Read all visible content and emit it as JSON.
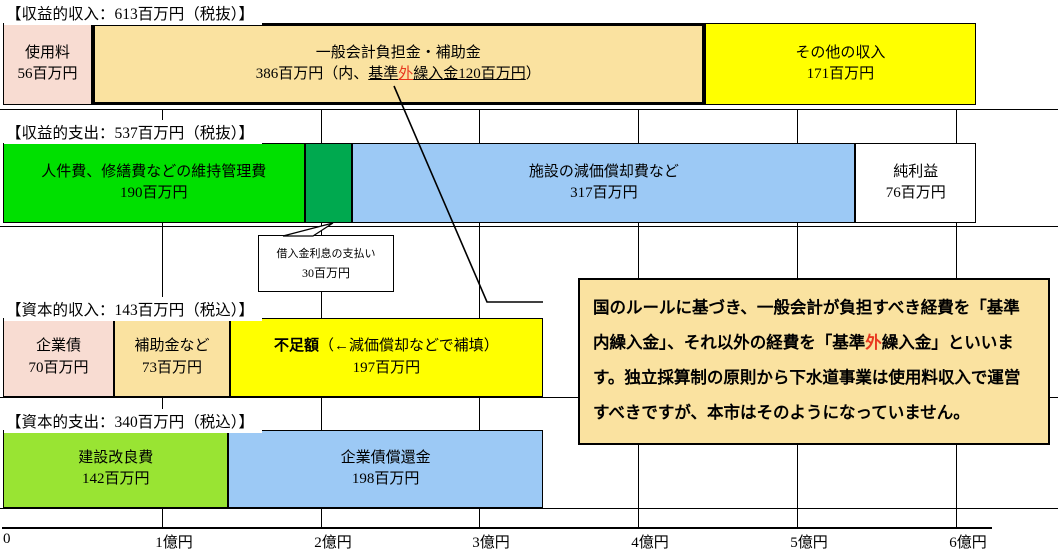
{
  "colors": {
    "red_accent": "#e8381f",
    "note_bg": "#fae2a0",
    "line": "#000000",
    "background": "#ffffff"
  },
  "chart_data": {
    "type": "bar",
    "orientation": "horizontal-stacked",
    "unit": "百万円",
    "x_axis": {
      "ticks": [
        "0",
        "1億円",
        "2億円",
        "3億円",
        "4億円",
        "5億円",
        "6億円"
      ],
      "million_per_tick": 100,
      "max_million": 600,
      "grid": true
    },
    "rows": [
      {
        "header": "【収益的収入：613百万円（税抜）】",
        "total_million": 613,
        "segments": [
          {
            "name": "使用料",
            "value_million": 56,
            "color": "#f8dcd2",
            "lines": [
              "使用料",
              "56百万円"
            ]
          },
          {
            "name": "一般会計負担金・補助金",
            "value_million": 386,
            "color": "#fae2a0",
            "thick_border": true,
            "lines": [
              "一般会計負担金・補助金",
              [
                {
                  "t": "386百万円（内、"
                },
                {
                  "t": "基準",
                  "u": 1
                },
                {
                  "t": "外",
                  "u": 1,
                  "red": 1
                },
                {
                  "t": "繰入金120百万円",
                  "u": 1
                },
                {
                  "t": "）"
                }
              ]
            ]
          },
          {
            "name": "その他の収入",
            "value_million": 171,
            "color": "#ffff00",
            "lines": [
              "その他の収入",
              "171百万円"
            ]
          }
        ]
      },
      {
        "header": "【収益的支出：537百万円（税抜）】",
        "total_million": 537,
        "segments": [
          {
            "name": "人件費、修繕費などの維持管理費",
            "value_million": 190,
            "color": "#00e000",
            "lines": [
              "人件費、修繕費などの維持管理費",
              "190百万円"
            ]
          },
          {
            "name": "借入金利息の支払い",
            "value_million": 30,
            "color": "#00a94f",
            "lines": []
          },
          {
            "name": "施設の減価償却費など",
            "value_million": 317,
            "color": "#9cc9f5",
            "lines": [
              "施設の減価償却費など",
              "317百万円"
            ]
          },
          {
            "name": "純利益",
            "value_million": 76,
            "color": "#ffffff",
            "lines": [
              "純利益",
              "76百万円"
            ]
          }
        ]
      },
      {
        "header": "【資本的収入：143百万円（税込）】",
        "total_million": 143,
        "segments": [
          {
            "name": "企業債",
            "value_million": 70,
            "color": "#f8dcd2",
            "lines": [
              "企業債",
              "70百万円"
            ]
          },
          {
            "name": "補助金など",
            "value_million": 73,
            "color": "#fae2a0",
            "lines": [
              "補助金など",
              "73百万円"
            ]
          },
          {
            "name": "不足額",
            "value_million": 197,
            "color": "#ffff00",
            "lines": [
              [
                {
                  "t": "不足額",
                  "b": 1
                },
                {
                  "t": "（←減価償却などで補填）"
                }
              ],
              "197百万円"
            ]
          }
        ]
      },
      {
        "header": "【資本的支出：340百万円（税込）】",
        "total_million": 340,
        "segments": [
          {
            "name": "建設改良費",
            "value_million": 142,
            "color": "#99e433",
            "lines": [
              "建設改良費",
              "142百万円"
            ]
          },
          {
            "name": "企業債償還金",
            "value_million": 198,
            "color": "#9cc9f5",
            "lines": [
              "企業債償還金",
              "198百万円"
            ]
          }
        ]
      }
    ],
    "callout": {
      "lines": [
        "借入金利息の支払い",
        "30百万円"
      ],
      "points_to": "借入金利息の支払い"
    },
    "note_box": {
      "segments": [
        {
          "t": "国のルールに基づき、一般会計が負担すべき経費を「基準内繰入金」、それ以外の経費を「基準"
        },
        {
          "t": "外",
          "red": 1
        },
        {
          "t": "繰入金」といいます。独立採算制の原則から下水道事業は使用料収入で運営すべきですが、本市はそのようになっていません。"
        }
      ]
    }
  }
}
